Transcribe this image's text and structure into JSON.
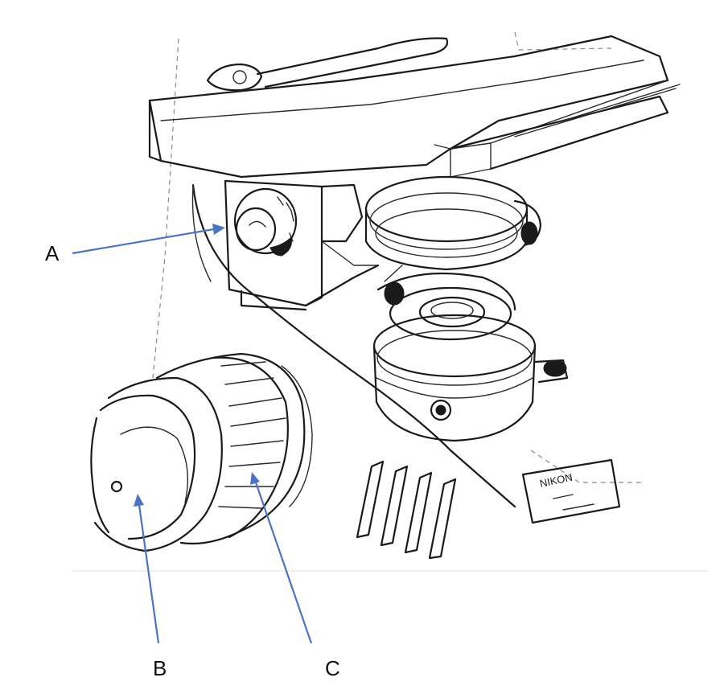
{
  "labels": {
    "a": "A",
    "b": "B",
    "c": "C"
  },
  "plate_text": {
    "brand": "NIKON"
  },
  "colors": {
    "arrow": "#4a73c6",
    "ink": "#1a1a1a",
    "background": "#ffffff"
  }
}
